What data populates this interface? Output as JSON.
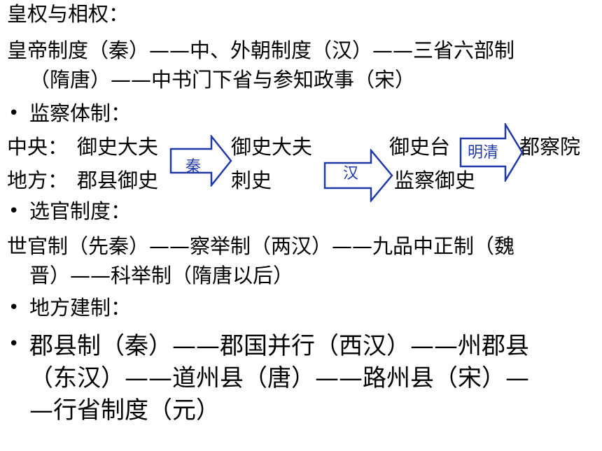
{
  "heading": "皇权与相权：",
  "sec1": {
    "line1": "皇帝制度（秦）——中、外朝制度（汉）——三省六部制",
    "line2": "（隋唐）——中书门下省与参知政事（宋）"
  },
  "sec2": {
    "bullet": "•",
    "title": "监察体制：",
    "central": {
      "label": "中央：",
      "items": [
        "御史大夫",
        "御史大夫",
        "御史台",
        "都察院"
      ]
    },
    "local": {
      "label": "地方：",
      "items": [
        "郡县御史",
        "刺史",
        "监察御史"
      ]
    },
    "arrows": [
      "秦",
      "汉",
      "明清"
    ]
  },
  "sec3": {
    "bullet": "•",
    "title": "选官制度：",
    "line1": "世官制（先秦）——察举制（两汉）——九品中正制（魏",
    "line2": "晋）——科举制（隋唐以后）"
  },
  "sec4": {
    "bullet": "•",
    "title": "地方建制：",
    "bullet2": "•",
    "line1": "郡县制（秦）——郡国并行（西汉）——州郡县",
    "line2": "（东汉）——道州县（唐）——路州县（宋）—",
    "line3": "—行省制度（元）"
  },
  "colors": {
    "arrow_stroke": "#1f3aa8",
    "arrow_fill": "#ffffff",
    "text": "#000000"
  }
}
